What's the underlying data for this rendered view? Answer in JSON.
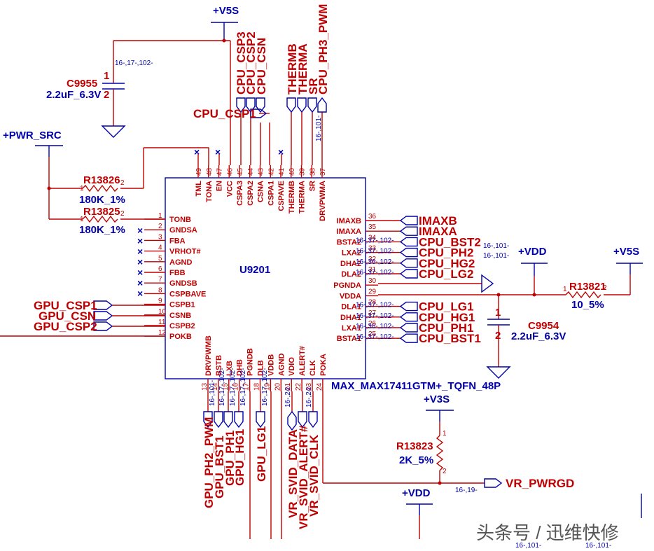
{
  "ic": {
    "ref": "U9201",
    "part": "MAX_MAX17411GTM+_TQFN_48P"
  },
  "power": {
    "v5s_top": "+V5S",
    "pwr_src": "+PWR_SRC",
    "vdd_right": "+VDD",
    "v5s_right": "+V5S",
    "v3s": "+V3S",
    "vdd_bottom": "+VDD"
  },
  "components": {
    "c9955": {
      "ref": "C9955",
      "value": "2.2uF_6.3V",
      "pin1": "1",
      "pin2": "2"
    },
    "c9954": {
      "ref": "C9954",
      "value": "2.2uF_6.3V",
      "pin1": "1",
      "pin2": "2"
    },
    "r13826": {
      "ref": "R13826",
      "value": "180K_1%",
      "p1": "1",
      "p2": "2"
    },
    "r13825": {
      "ref": "R13825",
      "value": "180K_1%",
      "p1": "1",
      "p2": "2"
    },
    "r13821": {
      "ref": "R13821",
      "value": "10_5%",
      "p1": "1",
      "p2": "2"
    },
    "r13823": {
      "ref": "R13823",
      "value": "2K_5%",
      "p1": "1",
      "p2": "2"
    }
  },
  "xrefs": {
    "c9955": "16-,17-,102-",
    "thermb_group": "16-,101-",
    "right_upper_a": "16-,101-",
    "right_upper_b": "16-,101-",
    "row": "16-,37-,102-",
    "row_alt": "16-,36-,102-",
    "bottom_14": "16-,101-",
    "bottom_15": "16-,17-,102-",
    "bottom_16": "16-,17-,102-",
    "bottom_17": "16-,17-,102-",
    "bottom_19": "16-,17-,102-",
    "bottom_21": "16-,24-",
    "bottom_23": "16-,24-",
    "pwrgd": "16-,19-",
    "bottom_right_1": "16-,101-",
    "bottom_right_2": "16-,101-"
  },
  "top_pins": [
    {
      "num": "49",
      "name": "TML"
    },
    {
      "num": "48",
      "name": "TONA"
    },
    {
      "num": "47",
      "name": "EN"
    },
    {
      "num": "46",
      "name": "VCC"
    },
    {
      "num": "45",
      "name": "CSPA3"
    },
    {
      "num": "44",
      "name": "CSPA2"
    },
    {
      "num": "43",
      "name": "CSNA"
    },
    {
      "num": "42",
      "name": "CSPA1"
    },
    {
      "num": "41",
      "name": "CSPAVE"
    },
    {
      "num": "40",
      "name": "THERMB"
    },
    {
      "num": "39",
      "name": "THERMA"
    },
    {
      "num": "38",
      "name": "SR"
    },
    {
      "num": "37",
      "name": "DRVPWMA"
    }
  ],
  "left_pins": [
    {
      "num": "1",
      "name": "TONB"
    },
    {
      "num": "2",
      "name": "GNDSA"
    },
    {
      "num": "3",
      "name": "FBA"
    },
    {
      "num": "4",
      "name": "VRHOT#"
    },
    {
      "num": "5",
      "name": "AGND"
    },
    {
      "num": "6",
      "name": "FBB"
    },
    {
      "num": "7",
      "name": "GNDSB"
    },
    {
      "num": "8",
      "name": "CSPBAVE"
    },
    {
      "num": "9",
      "name": "CSPB1"
    },
    {
      "num": "10",
      "name": "CSNB"
    },
    {
      "num": "11",
      "name": "CSPB2"
    },
    {
      "num": "12",
      "name": "POKB"
    }
  ],
  "right_pins": [
    {
      "num": "36",
      "name": "IMAXB"
    },
    {
      "num": "35",
      "name": "IMAXA"
    },
    {
      "num": "34",
      "name": "BSTA2"
    },
    {
      "num": "33",
      "name": "LXA2"
    },
    {
      "num": "32",
      "name": "DHA2"
    },
    {
      "num": "31",
      "name": "DLA2"
    },
    {
      "num": "30",
      "name": "PGNDA"
    },
    {
      "num": "29",
      "name": "VDDA"
    },
    {
      "num": "28",
      "name": "DLA1"
    },
    {
      "num": "27",
      "name": "DHA1"
    },
    {
      "num": "26",
      "name": "LXA1"
    },
    {
      "num": "25",
      "name": "BSTA1"
    }
  ],
  "bottom_pins": [
    {
      "num": "13",
      "name": "DRVPWMB"
    },
    {
      "num": "14",
      "name": "BSTB"
    },
    {
      "num": "15",
      "name": "LXB"
    },
    {
      "num": "16",
      "name": "DHB"
    },
    {
      "num": "17",
      "name": "PGNDB"
    },
    {
      "num": "18",
      "name": "DLB"
    },
    {
      "num": "19",
      "name": "VDDB"
    },
    {
      "num": "20",
      "name": "AGND"
    },
    {
      "num": "21",
      "name": "VDIO"
    },
    {
      "num": "22",
      "name": "ALERT#"
    },
    {
      "num": "23",
      "name": "CLK"
    },
    {
      "num": "24",
      "name": "POKA"
    }
  ],
  "nets": {
    "top": [
      "CPU_CSP3",
      "CPU_CSP2",
      "CPU_CSN",
      "THERMB",
      "THERMA",
      "SR",
      "CPU_PH3_PWM"
    ],
    "top_csp1": "CPU_CSP1",
    "left": [
      "GPU_CSP1",
      "GPU_CSN",
      "GPU_CSP2"
    ],
    "right": [
      "IMAXB",
      "IMAXA",
      "CPU_BST2",
      "CPU_PH2",
      "CPU_HG2",
      "CPU_LG2",
      "CPU_LG1",
      "CPU_HG1",
      "CPU_PH1",
      "CPU_BST1"
    ],
    "bottom": [
      "GPU_PH2_PWM",
      "GPU_BST1",
      "GPU_PH1",
      "GPU_HG1",
      "GPU_LG1",
      "VR_SVID_DATA",
      "VR_SVID_ALERT#",
      "VR_SVID_CLK"
    ],
    "pwrgd": "VR_PWRGD"
  },
  "nc_mark": "×",
  "watermark": "头条号 / 迅维快修"
}
